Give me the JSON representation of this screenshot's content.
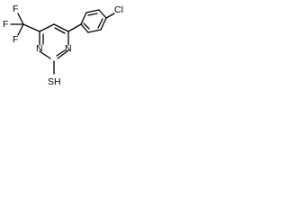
{
  "molecule": {
    "atoms": {
      "chlorine": "Cl",
      "fluorine_1": "F",
      "fluorine_2": "F",
      "fluorine_3": "F",
      "nitrogen_1": "N",
      "nitrogen_2": "N",
      "thiol": "SH"
    }
  }
}
